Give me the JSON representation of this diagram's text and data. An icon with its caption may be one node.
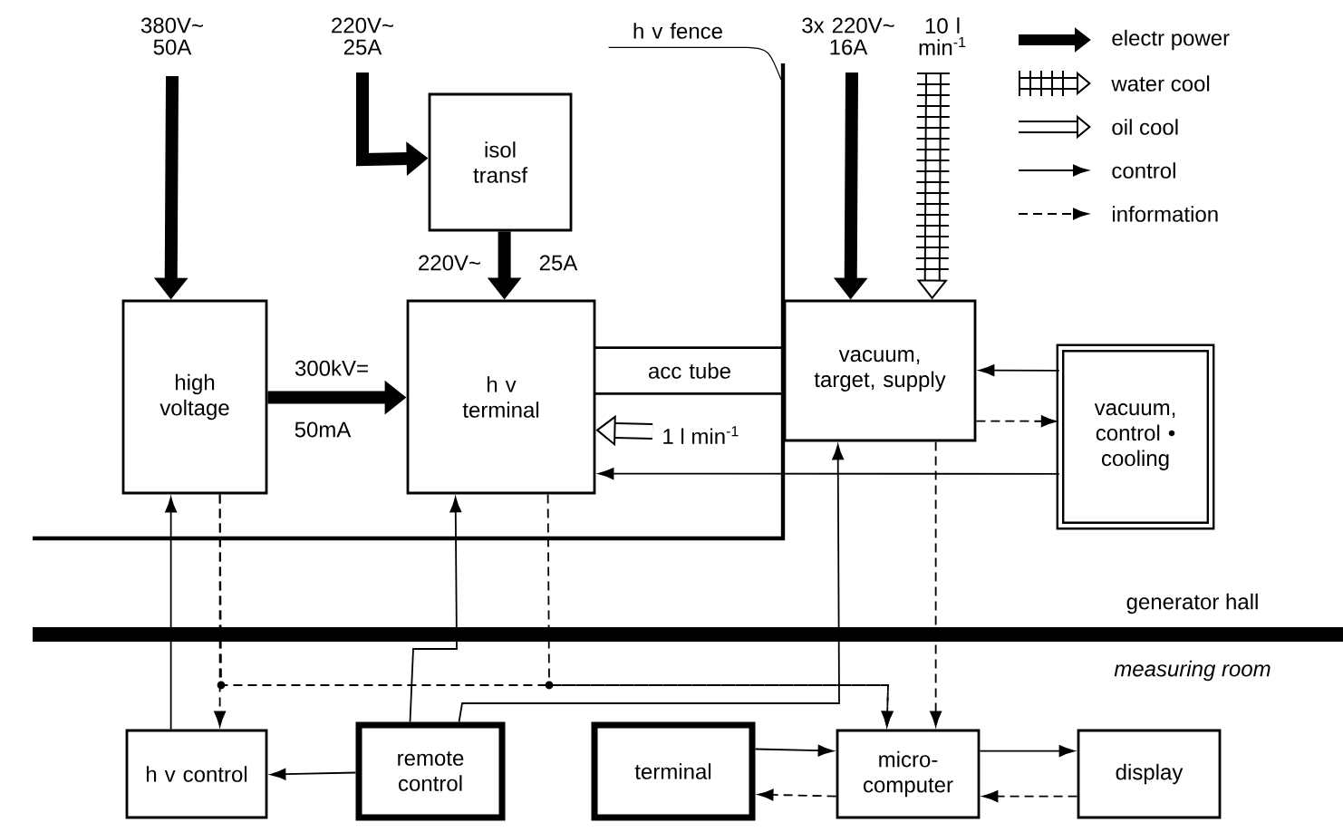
{
  "diagram": {
    "nodes": [
      {
        "text": [
          "high voltage"
        ]
      },
      {
        "text": [
          "isol transf"
        ]
      },
      {
        "text": [
          "h v terminal"
        ]
      },
      {
        "text": [
          "acc tube"
        ]
      },
      {
        "text": [
          "vacuum, target, supply"
        ]
      },
      {
        "text": [
          "vacuum, control • cooling"
        ]
      },
      {
        "text": [
          "h v fence"
        ]
      },
      {
        "text": [
          "h v control"
        ]
      },
      {
        "text": [
          "remote control"
        ]
      },
      {
        "text": [
          "terminal"
        ]
      },
      {
        "text": [
          "micro-computer"
        ]
      },
      {
        "text": [
          "display"
        ]
      }
    ],
    "edges": [
      {
        "from": null,
        "to": 0,
        "arrow": "to",
        "style": "thick",
        "label": "380V~ 50A"
      },
      {
        "from": null,
        "to": 1,
        "arrow": "to",
        "style": "thick",
        "label": "220V~ 25A"
      },
      {
        "from": 1,
        "to": 2,
        "arrow": "to",
        "style": "thick",
        "label": "220V~"
      },
      {
        "from": 0,
        "to": 2,
        "arrow": "to",
        "style": "thick",
        "label": "300kV="
      },
      {
        "from": null,
        "to": 4,
        "arrow": "to",
        "style": "thick",
        "label": "3x 220V~ 16A"
      },
      {
        "from": null,
        "to": 4,
        "arrow": "to",
        "style": "thick",
        "label": "10 l min$^{-1}$"
      },
      {
        "from": null,
        "to": 2,
        "arrow": "to",
        "style": "thick",
        "label": "1 l min$^{-1}$"
      },
      {
        "from": 5,
        "to": 4,
        "arrow": "to"
      },
      {
        "from": 4,
        "to": 5,
        "arrow": "to",
        "style": "dashed"
      },
      {
        "from": 5,
        "to": 2,
        "arrow": "to"
      },
      {
        "from": 7,
        "to": 0,
        "arrow": "to"
      },
      {
        "from": 0,
        "to": 7,
        "arrow": "to",
        "style": "dashed"
      },
      {
        "from": 0,
        "to": 10,
        "arrow": "to",
        "style": "dashed"
      },
      {
        "from": 2,
        "to": 10,
        "arrow": "to",
        "style": "dashed"
      },
      {
        "from": 8,
        "to": 2,
        "arrow": "to"
      },
      {
        "from": 8,
        "to": 4,
        "arrow": "to"
      },
      {
        "from": 4,
        "to": 10,
        "arrow": "to",
        "style": "dashed"
      },
      {
        "from": 8,
        "to": 7,
        "arrow": "to"
      },
      {
        "from": 9,
        "to": 10,
        "arrow": "to"
      },
      {
        "from": 10,
        "to": 9,
        "arrow": "to",
        "style": "dashed"
      },
      {
        "from": 10,
        "to": 11,
        "arrow": "to"
      },
      {
        "from": 11,
        "to": 10,
        "arrow": "to",
        "style": "dashed"
      },
      {
        "from": 6,
        "to": null,
        "arrow": "none"
      }
    ],
    "labels": [
      "25A",
      "50mA",
      "generator hall",
      "measuring room"
    ],
    "legend": [
      {
        "text": "electr power"
      },
      {
        "text": "water cool"
      },
      {
        "text": "oil cool"
      },
      {
        "text": "control"
      },
      {
        "text": "information"
      }
    ]
  }
}
